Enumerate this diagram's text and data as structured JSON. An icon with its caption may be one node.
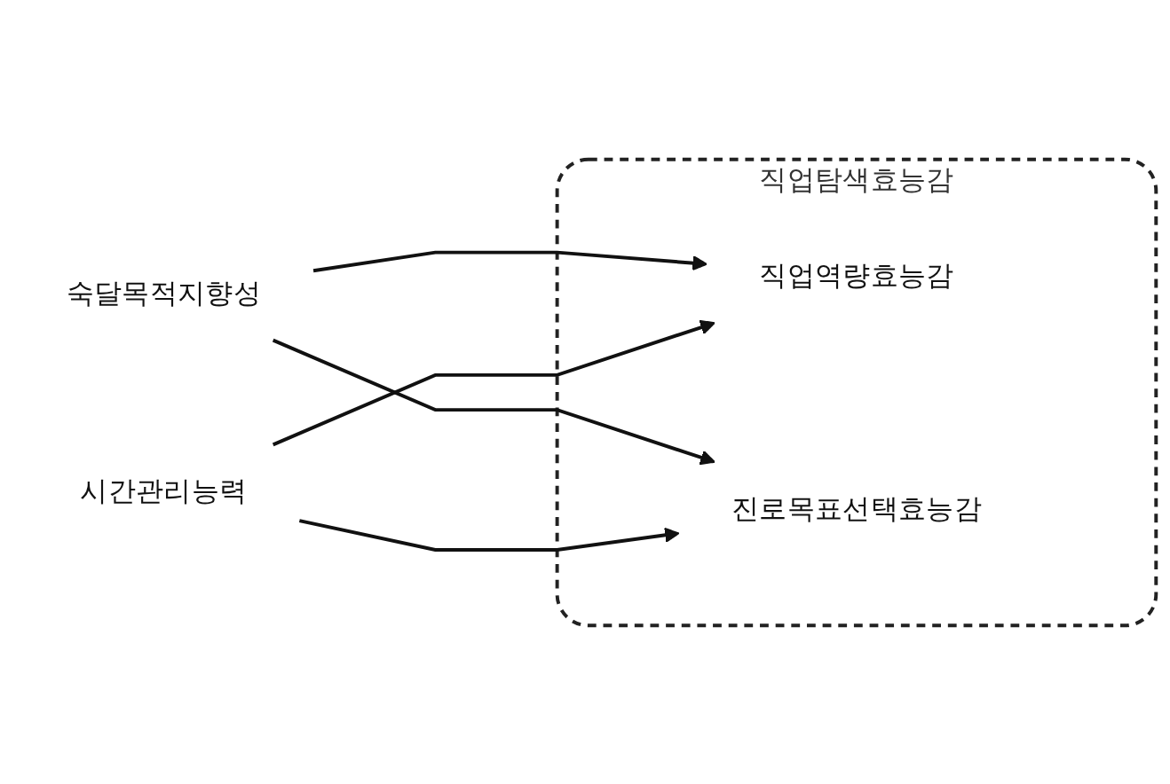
{
  "diagram": {
    "nodes": [
      {
        "text": [
          "직업탐색효능감"
        ]
      },
      {
        "text": [
          "숙달목적지향성"
        ]
      },
      {
        "text": [
          "시간관리능력"
        ]
      },
      {
        "text": [
          "직업역량효능감"
        ],
        "in": 0
      },
      {
        "text": [
          "진로목표선택효능감"
        ],
        "in": 0
      }
    ],
    "edges": [
      {
        "from": 1,
        "to": 3,
        "arrow": "to"
      },
      {
        "from": 1,
        "to": 4,
        "arrow": "to"
      },
      {
        "from": 2,
        "to": 3,
        "arrow": "to"
      },
      {
        "from": 2,
        "to": 4,
        "arrow": "to"
      }
    ]
  }
}
